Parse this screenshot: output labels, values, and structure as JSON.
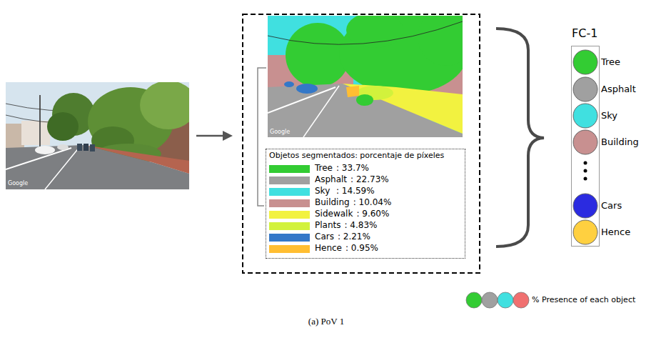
{
  "diagram": {
    "caption": "(a) PoV 1",
    "nodes": [
      {
        "text": [
          "Objetos segmentados: porcentaje de píxeles"
        ]
      },
      {
        "text": [
          "FC-1"
        ]
      }
    ],
    "labels": [
      ": 33.7%",
      ": 22.73%",
      ": 14.59%",
      ": 10.04%",
      ": 9.60%",
      ": 4.83%",
      ": 2.21%",
      ": 0.95%",
      "Tree",
      "Asphalt",
      "Sky",
      "Building",
      "Cars",
      "Hence",
      "% Presence of each object",
      "Google",
      "Google"
    ],
    "legend": [
      {
        "text": "Tree",
        "color": "#33cc33"
      },
      {
        "text": "Asphalt",
        "color": "#a0a0a0"
      },
      {
        "text": "Sky",
        "color": "#40e0e0"
      },
      {
        "text": "Building",
        "color": "#c89090"
      },
      {
        "text": "Sidewalk",
        "color": "#f2f240"
      },
      {
        "text": "Plants",
        "color": "#d2f23c"
      },
      {
        "text": "Cars",
        "color": "#3478c8"
      },
      {
        "text": "Hence",
        "color": "#ffbe32"
      }
    ]
  }
}
